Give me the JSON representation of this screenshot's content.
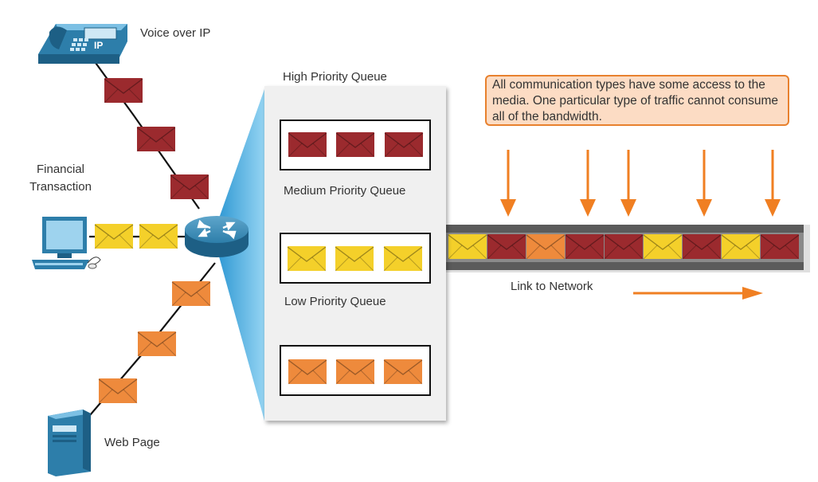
{
  "labels": {
    "voip": "Voice over IP",
    "financial_line1": "Financial",
    "financial_line2": "Transaction",
    "web_page": "Web Page",
    "high_queue": "High Priority Queue",
    "medium_queue": "Medium Priority Queue",
    "low_queue": "Low Priority Queue",
    "link": "Link to Network",
    "phone_badge": "IP"
  },
  "note": "All communication types have some access to the media. One particular type of traffic cannot consume all of the bandwidth.",
  "colors": {
    "high": "#9b2a2e",
    "medium": "#f4d02a",
    "low": "#ee8a3c",
    "accent": "#f07f22",
    "device": "#2d7eaa"
  },
  "link_sequence": [
    "medium",
    "high",
    "low",
    "high",
    "high",
    "medium",
    "high",
    "medium",
    "high"
  ]
}
